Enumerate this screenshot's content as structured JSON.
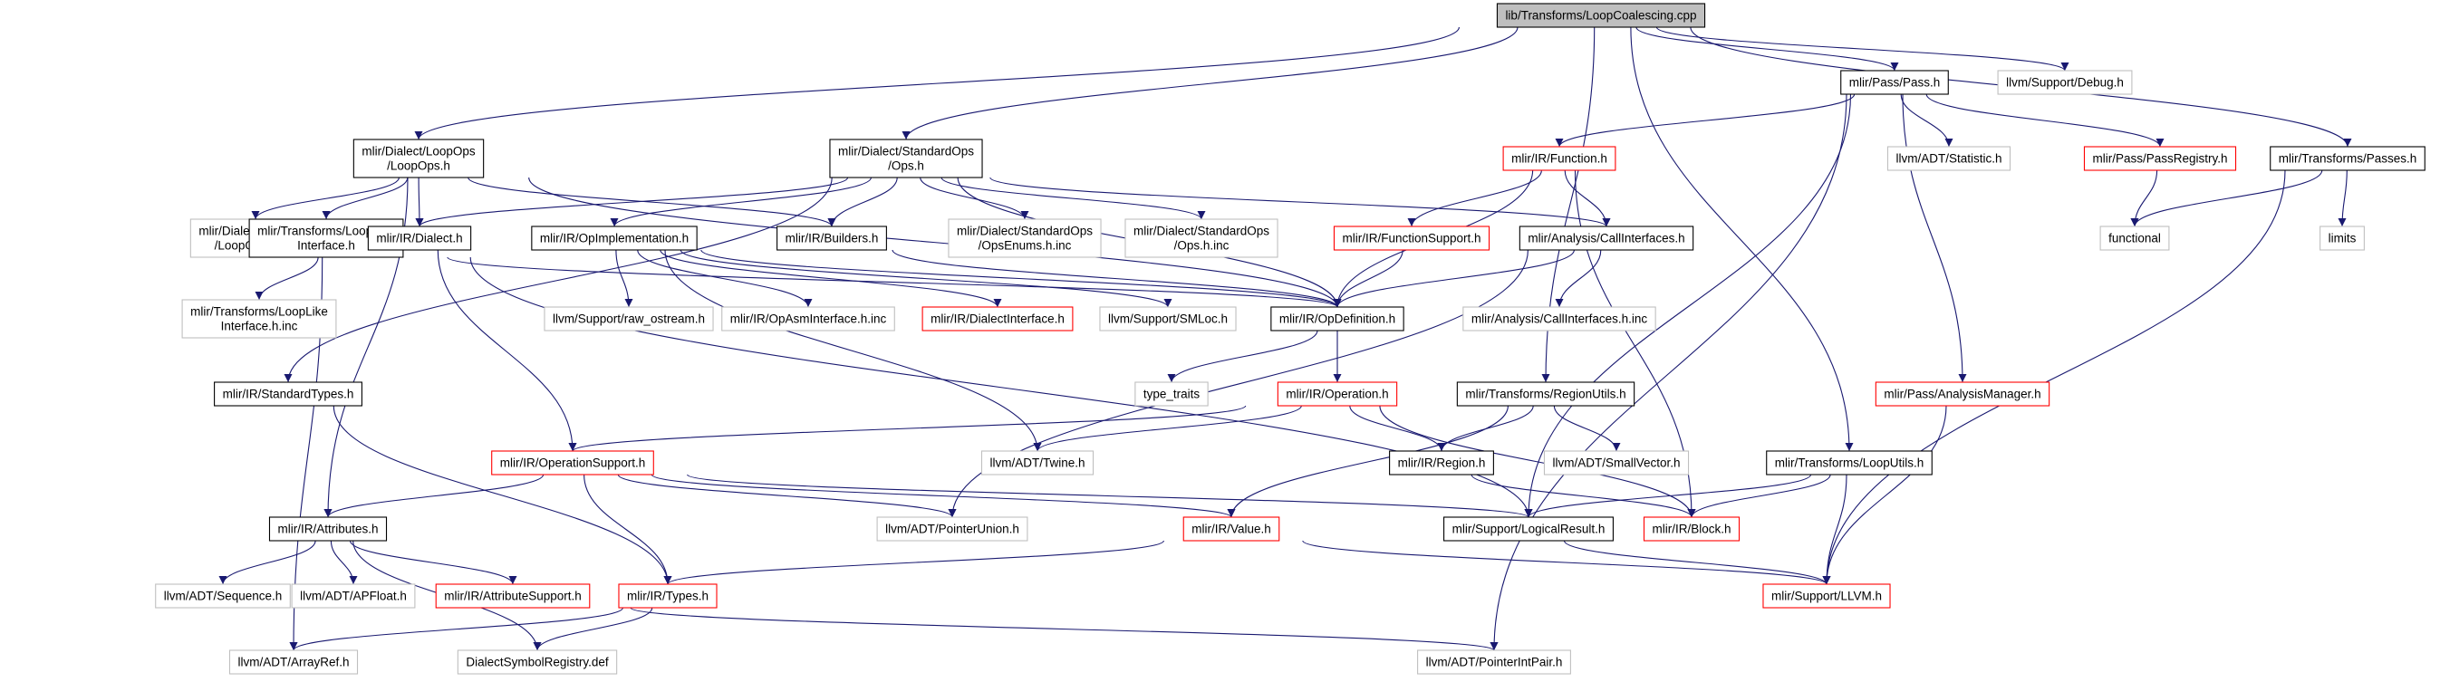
{
  "graph": {
    "colors": {
      "edge": "#191970",
      "normal": "#000000",
      "missing": "#bfbfbf",
      "incomplete": "#ff0000",
      "root_fill": "#bfbfbf"
    },
    "nodes": [
      {
        "id": "root",
        "lines": [
          "lib/Transforms/LoopCoalescing.cpp"
        ],
        "style": "root"
      },
      {
        "id": "loopops_h",
        "lines": [
          "mlir/Dialect/LoopOps",
          "/LoopOps.h"
        ],
        "style": "normal"
      },
      {
        "id": "stdops_h",
        "lines": [
          "mlir/Dialect/StandardOps",
          "/Ops.h"
        ],
        "style": "normal"
      },
      {
        "id": "pass_h",
        "lines": [
          "mlir/Pass/Pass.h"
        ],
        "style": "normal"
      },
      {
        "id": "debug_h",
        "lines": [
          "llvm/Support/Debug.h"
        ],
        "style": "missing"
      },
      {
        "id": "passes_h",
        "lines": [
          "mlir/Transforms/Passes.h"
        ],
        "style": "normal"
      },
      {
        "id": "function_h",
        "lines": [
          "mlir/IR/Function.h"
        ],
        "style": "incomplete"
      },
      {
        "id": "statistic_h",
        "lines": [
          "llvm/ADT/Statistic.h"
        ],
        "style": "missing"
      },
      {
        "id": "passregistry_h",
        "lines": [
          "mlir/Pass/PassRegistry.h"
        ],
        "style": "incomplete"
      },
      {
        "id": "loopops_inc",
        "lines": [
          "mlir/Dialect/LoopOps",
          "/LoopOps.h.inc"
        ],
        "style": "missing"
      },
      {
        "id": "looplike_h",
        "lines": [
          "mlir/Transforms/LoopLike",
          "Interface.h"
        ],
        "style": "normal"
      },
      {
        "id": "dialect_h",
        "lines": [
          "mlir/IR/Dialect.h"
        ],
        "style": "normal"
      },
      {
        "id": "opimpl_h",
        "lines": [
          "mlir/IR/OpImplementation.h"
        ],
        "style": "normal"
      },
      {
        "id": "builders_h",
        "lines": [
          "mlir/IR/Builders.h"
        ],
        "style": "normal"
      },
      {
        "id": "opsenums_inc",
        "lines": [
          "mlir/Dialect/StandardOps",
          "/OpsEnums.h.inc"
        ],
        "style": "missing"
      },
      {
        "id": "ops_inc",
        "lines": [
          "mlir/Dialect/StandardOps",
          "/Ops.h.inc"
        ],
        "style": "missing"
      },
      {
        "id": "funcsupport_h",
        "lines": [
          "mlir/IR/FunctionSupport.h"
        ],
        "style": "incomplete"
      },
      {
        "id": "callif_h",
        "lines": [
          "mlir/Analysis/CallInterfaces.h"
        ],
        "style": "normal"
      },
      {
        "id": "functional",
        "lines": [
          "functional"
        ],
        "style": "missing"
      },
      {
        "id": "limits",
        "lines": [
          "limits"
        ],
        "style": "missing"
      },
      {
        "id": "looplike_inc",
        "lines": [
          "mlir/Transforms/LoopLike",
          "Interface.h.inc"
        ],
        "style": "missing"
      },
      {
        "id": "raw_ostream_h",
        "lines": [
          "llvm/Support/raw_ostream.h"
        ],
        "style": "missing"
      },
      {
        "id": "opasm_inc",
        "lines": [
          "mlir/IR/OpAsmInterface.h.inc"
        ],
        "style": "missing"
      },
      {
        "id": "dialectif_h",
        "lines": [
          "mlir/IR/DialectInterface.h"
        ],
        "style": "incomplete"
      },
      {
        "id": "smloc_h",
        "lines": [
          "llvm/Support/SMLoc.h"
        ],
        "style": "missing"
      },
      {
        "id": "opdef_h",
        "lines": [
          "mlir/IR/OpDefinition.h"
        ],
        "style": "normal"
      },
      {
        "id": "callif_inc",
        "lines": [
          "mlir/Analysis/CallInterfaces.h.inc"
        ],
        "style": "missing"
      },
      {
        "id": "stdtypes_h",
        "lines": [
          "mlir/IR/StandardTypes.h"
        ],
        "style": "normal"
      },
      {
        "id": "type_traits",
        "lines": [
          "type_traits"
        ],
        "style": "missing"
      },
      {
        "id": "operation_h",
        "lines": [
          "mlir/IR/Operation.h"
        ],
        "style": "incomplete"
      },
      {
        "id": "regionutils_h",
        "lines": [
          "mlir/Transforms/RegionUtils.h"
        ],
        "style": "normal"
      },
      {
        "id": "analysismgr_h",
        "lines": [
          "mlir/Pass/AnalysisManager.h"
        ],
        "style": "incomplete"
      },
      {
        "id": "opsupport_h",
        "lines": [
          "mlir/IR/OperationSupport.h"
        ],
        "style": "incomplete"
      },
      {
        "id": "twine_h",
        "lines": [
          "llvm/ADT/Twine.h"
        ],
        "style": "missing"
      },
      {
        "id": "region_h",
        "lines": [
          "mlir/IR/Region.h"
        ],
        "style": "normal"
      },
      {
        "id": "smallvector_h",
        "lines": [
          "llvm/ADT/SmallVector.h"
        ],
        "style": "missing"
      },
      {
        "id": "looputils_h",
        "lines": [
          "mlir/Transforms/LoopUtils.h"
        ],
        "style": "normal"
      },
      {
        "id": "attributes_h",
        "lines": [
          "mlir/IR/Attributes.h"
        ],
        "style": "normal"
      },
      {
        "id": "pointerunion_h",
        "lines": [
          "llvm/ADT/PointerUnion.h"
        ],
        "style": "missing"
      },
      {
        "id": "value_h",
        "lines": [
          "mlir/IR/Value.h"
        ],
        "style": "incomplete"
      },
      {
        "id": "logicalresult_h",
        "lines": [
          "mlir/Support/LogicalResult.h"
        ],
        "style": "normal"
      },
      {
        "id": "block_h",
        "lines": [
          "mlir/IR/Block.h"
        ],
        "style": "incomplete"
      },
      {
        "id": "sequence_h",
        "lines": [
          "llvm/ADT/Sequence.h"
        ],
        "style": "missing"
      },
      {
        "id": "apfloat_h",
        "lines": [
          "llvm/ADT/APFloat.h"
        ],
        "style": "missing"
      },
      {
        "id": "attrsupport_h",
        "lines": [
          "mlir/IR/AttributeSupport.h"
        ],
        "style": "incomplete"
      },
      {
        "id": "types_h",
        "lines": [
          "mlir/IR/Types.h"
        ],
        "style": "incomplete"
      },
      {
        "id": "llvm_h",
        "lines": [
          "mlir/Support/LLVM.h"
        ],
        "style": "incomplete"
      },
      {
        "id": "arrayref_h",
        "lines": [
          "llvm/ADT/ArrayRef.h"
        ],
        "style": "missing"
      },
      {
        "id": "dsregistry_def",
        "lines": [
          "DialectSymbolRegistry.def"
        ],
        "style": "missing"
      },
      {
        "id": "pointerintpair_h",
        "lines": [
          "llvm/ADT/PointerIntPair.h"
        ],
        "style": "missing"
      }
    ],
    "edges": [
      [
        "root",
        "loopops_h"
      ],
      [
        "root",
        "stdops_h"
      ],
      [
        "root",
        "pass_h"
      ],
      [
        "root",
        "debug_h"
      ],
      [
        "root",
        "passes_h"
      ],
      [
        "root",
        "regionutils_h"
      ],
      [
        "root",
        "looputils_h"
      ],
      [
        "loopops_h",
        "loopops_inc"
      ],
      [
        "loopops_h",
        "looplike_h"
      ],
      [
        "loopops_h",
        "dialect_h"
      ],
      [
        "loopops_h",
        "builders_h"
      ],
      [
        "loopops_h",
        "opdef_h"
      ],
      [
        "loopops_h",
        "attributes_h"
      ],
      [
        "stdops_h",
        "dialect_h"
      ],
      [
        "stdops_h",
        "stdtypes_h"
      ],
      [
        "stdops_h",
        "opimpl_h"
      ],
      [
        "stdops_h",
        "builders_h"
      ],
      [
        "stdops_h",
        "opsenums_inc"
      ],
      [
        "stdops_h",
        "ops_inc"
      ],
      [
        "stdops_h",
        "callif_h"
      ],
      [
        "stdops_h",
        "opdef_h"
      ],
      [
        "pass_h",
        "function_h"
      ],
      [
        "pass_h",
        "statistic_h"
      ],
      [
        "pass_h",
        "passregistry_h"
      ],
      [
        "pass_h",
        "analysismgr_h"
      ],
      [
        "pass_h",
        "logicalresult_h"
      ],
      [
        "pass_h",
        "pointerintpair_h"
      ],
      [
        "passes_h",
        "functional"
      ],
      [
        "passes_h",
        "limits"
      ],
      [
        "passes_h",
        "llvm_h"
      ],
      [
        "function_h",
        "funcsupport_h"
      ],
      [
        "function_h",
        "callif_h"
      ],
      [
        "function_h",
        "opdef_h"
      ],
      [
        "function_h",
        "block_h"
      ],
      [
        "passregistry_h",
        "functional"
      ],
      [
        "looplike_h",
        "looplike_inc"
      ],
      [
        "looplike_h",
        "opdef_h"
      ],
      [
        "looplike_h",
        "arrayref_h"
      ],
      [
        "looplike_h",
        "logicalresult_h"
      ],
      [
        "dialect_h",
        "opsupport_h"
      ],
      [
        "opimpl_h",
        "raw_ostream_h"
      ],
      [
        "opimpl_h",
        "opasm_inc"
      ],
      [
        "opimpl_h",
        "dialectif_h"
      ],
      [
        "opimpl_h",
        "smloc_h"
      ],
      [
        "opimpl_h",
        "opdef_h"
      ],
      [
        "opimpl_h",
        "twine_h"
      ],
      [
        "builders_h",
        "opdef_h"
      ],
      [
        "funcsupport_h",
        "opdef_h"
      ],
      [
        "callif_h",
        "callif_inc"
      ],
      [
        "callif_h",
        "opdef_h"
      ],
      [
        "callif_h",
        "pointerunion_h"
      ],
      [
        "opdef_h",
        "type_traits"
      ],
      [
        "opdef_h",
        "operation_h"
      ],
      [
        "stdtypes_h",
        "types_h"
      ],
      [
        "operation_h",
        "opsupport_h"
      ],
      [
        "operation_h",
        "twine_h"
      ],
      [
        "operation_h",
        "region_h"
      ],
      [
        "operation_h",
        "block_h"
      ],
      [
        "regionutils_h",
        "region_h"
      ],
      [
        "regionutils_h",
        "smallvector_h"
      ],
      [
        "regionutils_h",
        "value_h"
      ],
      [
        "analysismgr_h",
        "llvm_h"
      ],
      [
        "opsupport_h",
        "attributes_h"
      ],
      [
        "opsupport_h",
        "pointerunion_h"
      ],
      [
        "opsupport_h",
        "value_h"
      ],
      [
        "opsupport_h",
        "logicalresult_h"
      ],
      [
        "opsupport_h",
        "types_h"
      ],
      [
        "region_h",
        "block_h"
      ],
      [
        "looputils_h",
        "logicalresult_h"
      ],
      [
        "looputils_h",
        "block_h"
      ],
      [
        "looputils_h",
        "llvm_h"
      ],
      [
        "attributes_h",
        "sequence_h"
      ],
      [
        "attributes_h",
        "apfloat_h"
      ],
      [
        "attributes_h",
        "attrsupport_h"
      ],
      [
        "attributes_h",
        "dsregistry_def"
      ],
      [
        "value_h",
        "types_h"
      ],
      [
        "value_h",
        "llvm_h"
      ],
      [
        "logicalresult_h",
        "llvm_h"
      ],
      [
        "attrsupport_h",
        "pointerintpair_h"
      ],
      [
        "types_h",
        "arrayref_h"
      ],
      [
        "types_h",
        "dsregistry_def"
      ]
    ]
  }
}
